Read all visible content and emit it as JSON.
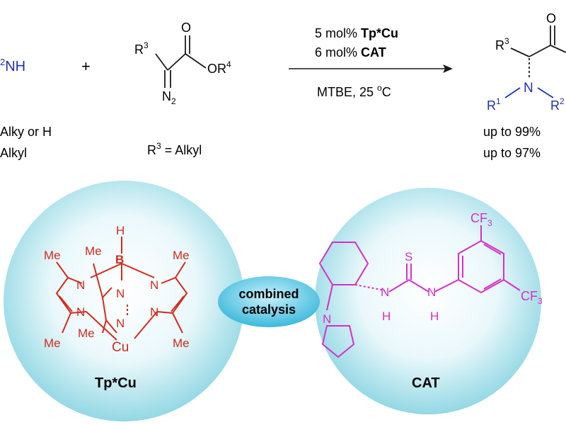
{
  "colors": {
    "text": "#1a1a1a",
    "blue": "#1f2fb6",
    "red": "#d42a1c",
    "magenta": "#d62fc8",
    "bubble_center": "#ffffff",
    "bubble_edge": "#8fd6e2",
    "pill": "#52c6e2"
  },
  "reaction": {
    "reagent_partial_sup": "2",
    "reagent_partial": "NH",
    "plus": "+",
    "amine_note_1": "Alky or H",
    "amine_note_2": "Alkyl",
    "diazo": {
      "r3": "R",
      "r3_sup": "3",
      "oxygen": "O",
      "or4": "OR",
      "or4_sup": "4",
      "n2": "N",
      "n2_sub": "2",
      "note_r3": "R",
      "note_sup": "3",
      "note_rest": " = Alkyl"
    },
    "conditions": {
      "line1_pre": "5 mol% ",
      "line1_bold": "Tp*Cu",
      "line2_pre": "6 mol% ",
      "line2_bold": "CAT",
      "line3_pre": "MTBE, 25 ",
      "line3_sup": "o",
      "line3_post": "C"
    },
    "product": {
      "r3": "R",
      "r3_sup": "3",
      "oxygen": "O",
      "n": "N",
      "r1": "R",
      "r1_sup": "1",
      "r2": "R",
      "r2_sup": "2",
      "yield_1": "up to 99%",
      "yield_2": "up to 97%"
    }
  },
  "catalysts": {
    "tp_label": "Tp*Cu",
    "cat_label": "CAT",
    "combined_1": "combined",
    "combined_2": "catalysis",
    "tp": {
      "h": "H",
      "b": "B",
      "cu": "Cu",
      "n": "N",
      "me": "Me"
    },
    "cat": {
      "cf3_c": "CF",
      "cf3_sub": "3",
      "s": "S",
      "n": "N",
      "h": "H"
    }
  }
}
